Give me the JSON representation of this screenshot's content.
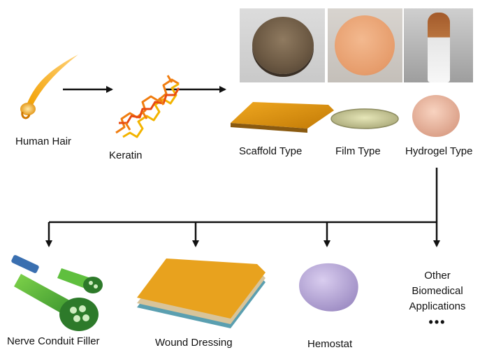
{
  "top_row": {
    "source_label": "Human Hair",
    "protein_label": "Keratin",
    "types": {
      "scaffold": "Scaffold Type",
      "film": "Film Type",
      "hydrogel": "Hydrogel Type"
    }
  },
  "applications": {
    "nerve": "Nerve Conduit Filler",
    "wound": "Wound Dressing",
    "hemostat": "Hemostat",
    "other_line1": "Other",
    "other_line2": "Biomedical",
    "other_line3": "Applications",
    "other_more": "•••"
  }
}
